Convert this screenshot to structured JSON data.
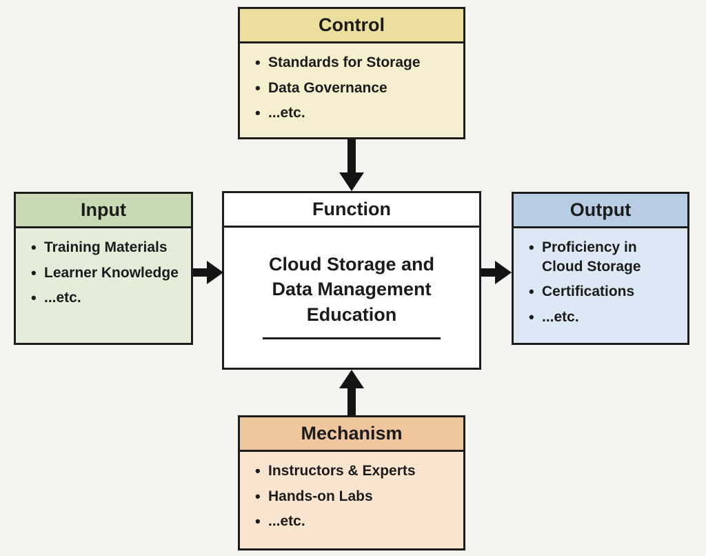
{
  "control": {
    "title": "Control",
    "items": [
      "Standards for Storage",
      "Data Governance",
      "...etc."
    ]
  },
  "input": {
    "title": "Input",
    "items": [
      "Training Materials",
      "Learner Knowledge",
      "...etc."
    ]
  },
  "function": {
    "title": "Function",
    "body": "Cloud Storage and Data Management Education"
  },
  "output": {
    "title": "Output",
    "items": [
      "Proficiency in Cloud Storage",
      "Certifications",
      "...etc."
    ]
  },
  "mechanism": {
    "title": "Mechanism",
    "items": [
      "Instructors & Experts",
      "Hands-on Labs",
      "...etc."
    ]
  },
  "colors": {
    "background": "#f5f4f0",
    "border": "#1c1c1c",
    "arrow": "#141414",
    "control_header": "#ecdf9d",
    "control_body": "#f6efcd",
    "input_header": "#c7dab4",
    "input_body": "#e4edd9",
    "output_header": "#b8cde3",
    "output_body": "#dce8f4",
    "mechanism_header": "#efc69d",
    "mechanism_body": "#f9e5cf",
    "function_body": "#ffffff"
  }
}
